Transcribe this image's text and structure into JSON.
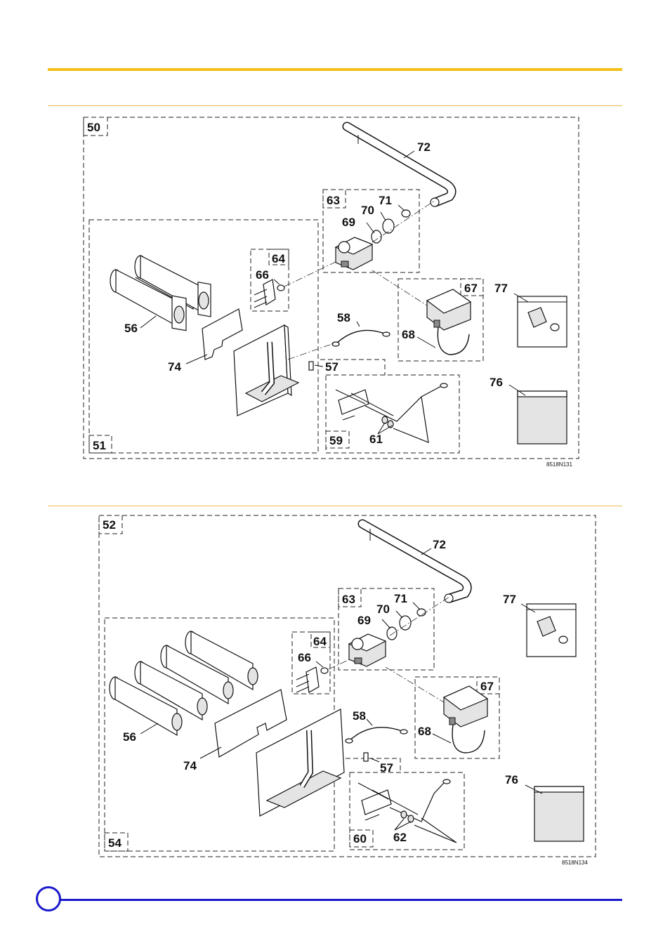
{
  "colors": {
    "accent_yellow": "#f2c018",
    "rule_orange": "#f0b84a",
    "footer_blue": "#1a1acc"
  },
  "diagram1": {
    "code": "8518N131",
    "labels": {
      "l50": "50",
      "l51": "51",
      "l56": "56",
      "l57": "57",
      "l58": "58",
      "l59": "59",
      "l61": "61",
      "l63": "63",
      "l64": "64",
      "l66": "66",
      "l67": "67",
      "l68": "68",
      "l69": "69",
      "l70": "70",
      "l71": "71",
      "l72": "72",
      "l74": "74",
      "l76": "76",
      "l77": "77"
    }
  },
  "diagram2": {
    "code": "8518N134",
    "labels": {
      "l52": "52",
      "l54": "54",
      "l56": "56",
      "l57": "57",
      "l58": "58",
      "l60": "60",
      "l62": "62",
      "l63": "63",
      "l64": "64",
      "l66": "66",
      "l67": "67",
      "l68": "68",
      "l69": "69",
      "l70": "70",
      "l71": "71",
      "l72": "72",
      "l74": "74",
      "l76": "76",
      "l77": "77"
    }
  }
}
